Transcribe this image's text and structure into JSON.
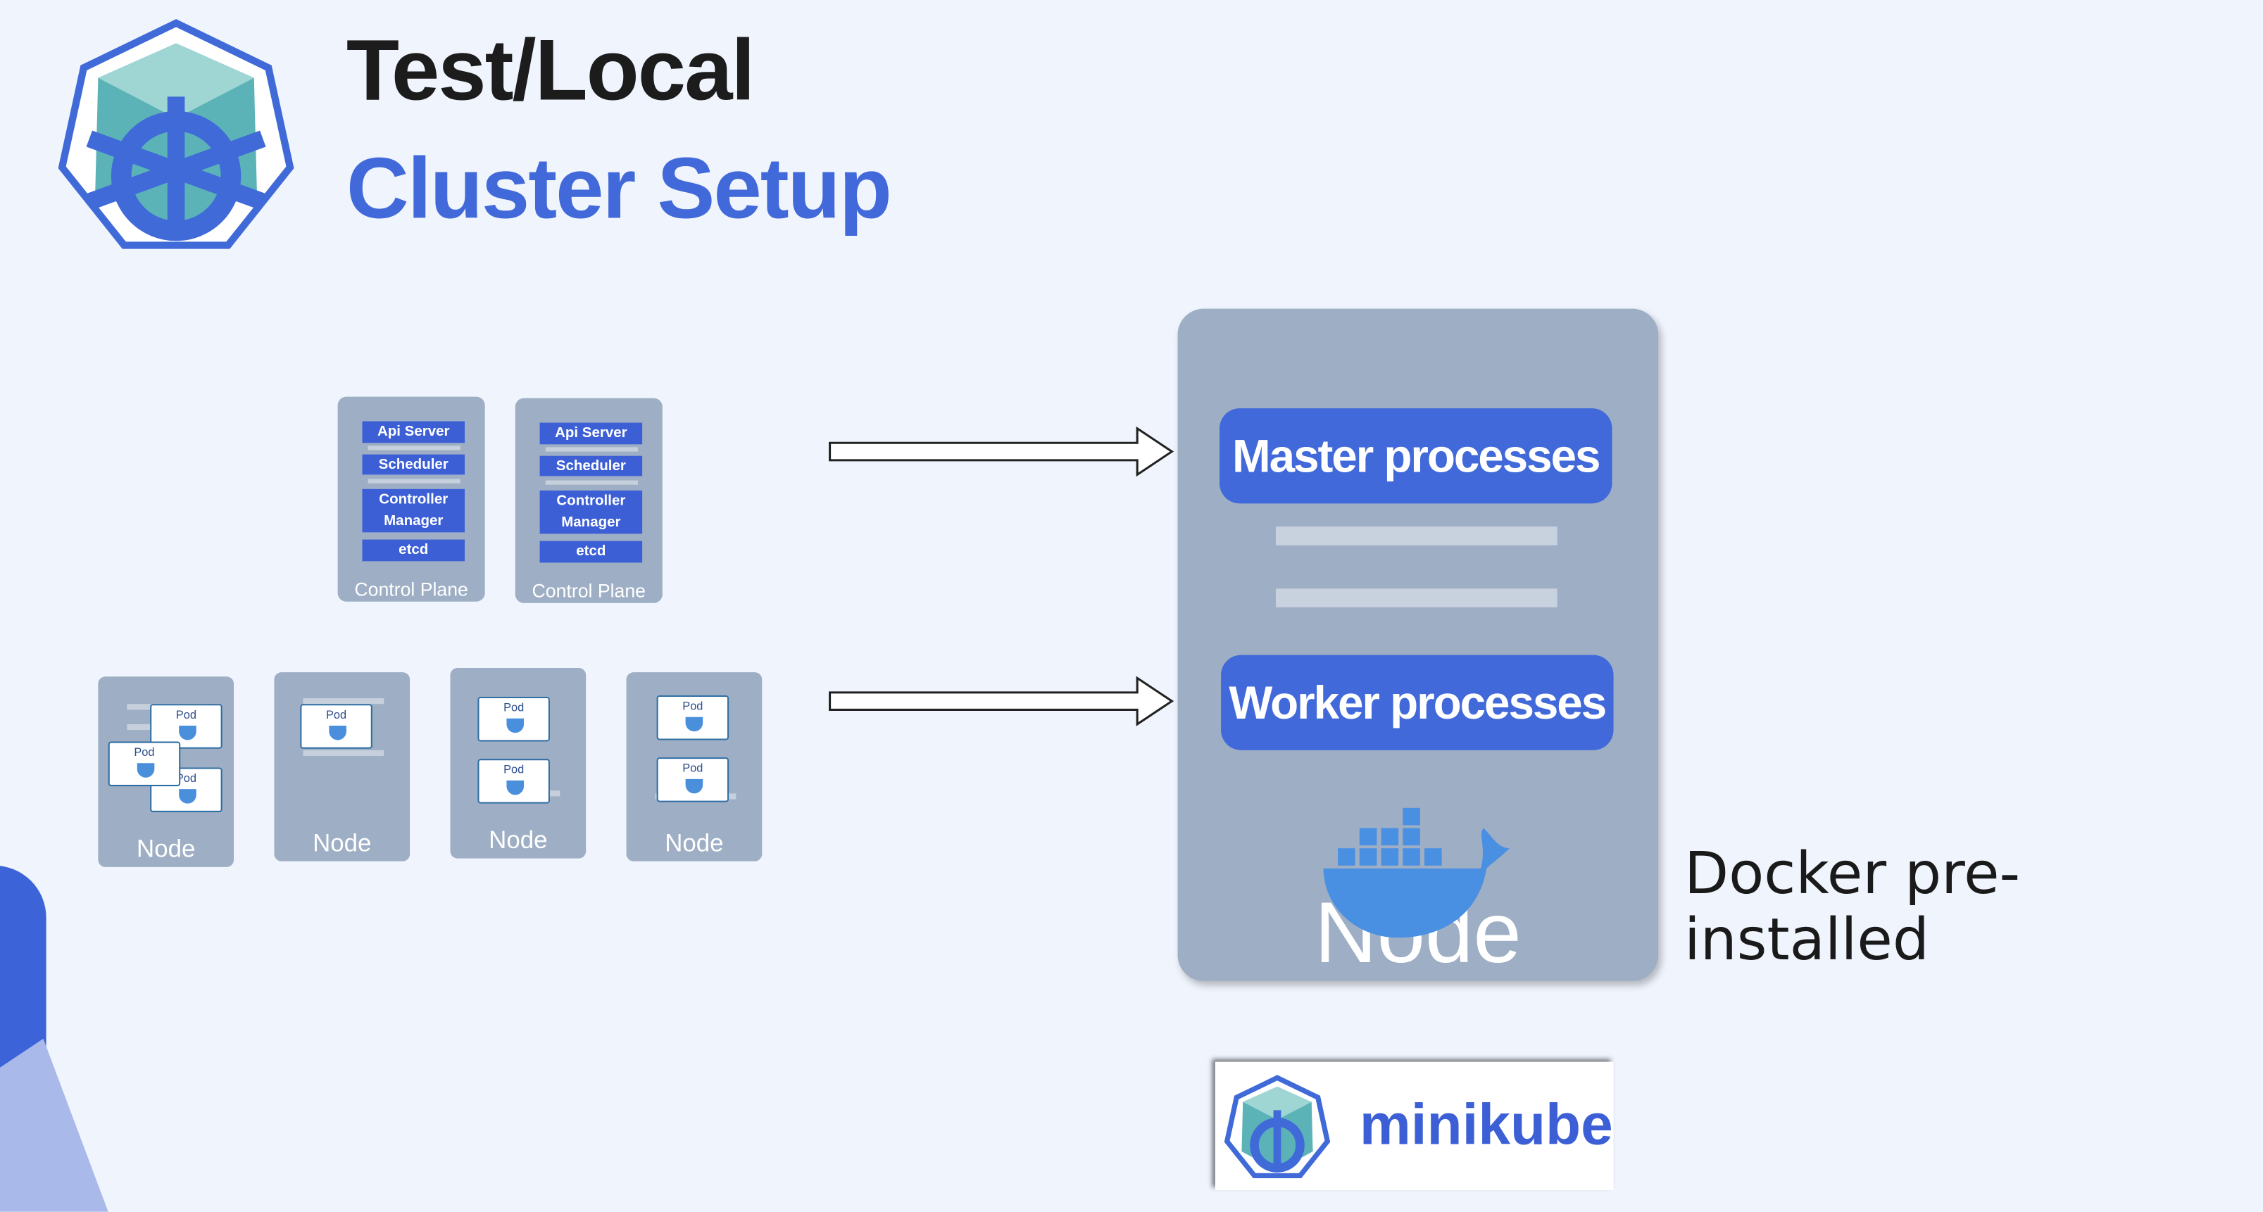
{
  "header": {
    "title_line1": "Test/Local",
    "title_line2": "Cluster Setup",
    "logo": "kubernetes-logo"
  },
  "control_planes": [
    {
      "components": [
        "Api Server",
        "Scheduler",
        "Controller Manager",
        "etcd"
      ],
      "label": "Control Plane"
    },
    {
      "components": [
        "Api Server",
        "Scheduler",
        "Controller Manager",
        "etcd"
      ],
      "label": "Control Plane"
    }
  ],
  "worker_nodes": [
    {
      "label": "Node",
      "pods": [
        "Pod",
        "Pod",
        "Pod"
      ]
    },
    {
      "label": "Node",
      "pods": [
        "Pod"
      ]
    },
    {
      "label": "Node",
      "pods": [
        "Pod",
        "Pod"
      ]
    },
    {
      "label": "Node",
      "pods": [
        "Pod",
        "Pod"
      ]
    }
  ],
  "single_node": {
    "master": "Master processes",
    "worker": "Worker processes",
    "label": "Node",
    "icon": "docker-whale-icon"
  },
  "docker_note": "Docker pre-installed",
  "minikube": {
    "label": "minikube"
  },
  "colors": {
    "accent": "#4169d9",
    "node": "#9eaec4",
    "background": "#eff4fd"
  }
}
